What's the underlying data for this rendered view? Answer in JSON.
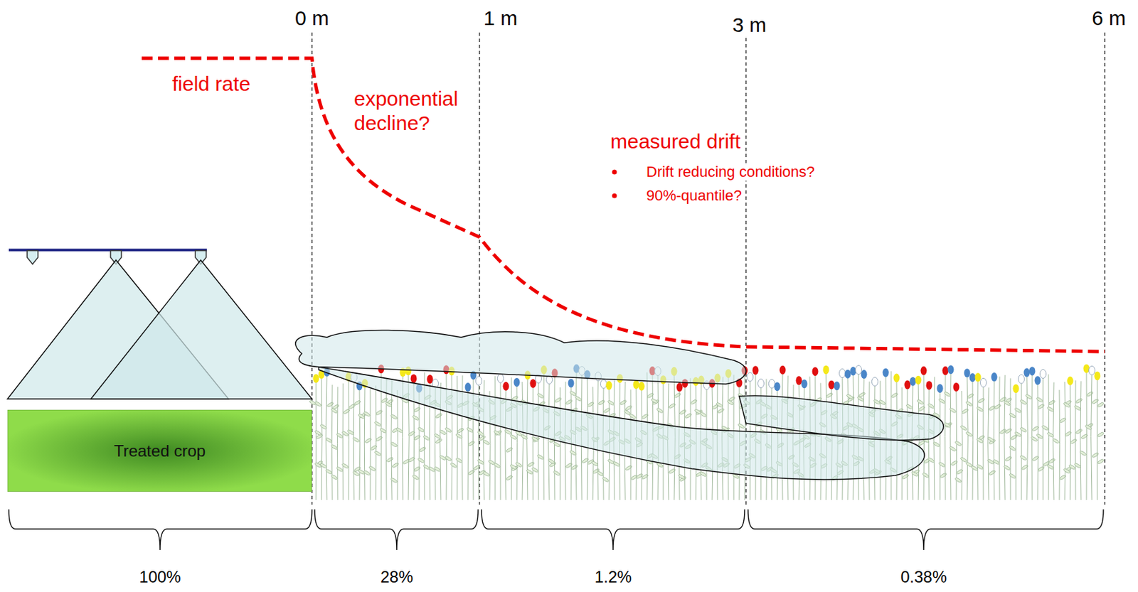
{
  "diagram": {
    "nodes": [
      {
        "text": [
          "Treated crop"
        ]
      }
    ],
    "labels": [
      "0 m",
      "1 m",
      "3 m",
      "6 m",
      "field rate",
      "exponential decline?",
      "measured drift",
      "Drift reducing conditions?",
      "90%-quantile?",
      "100%",
      "28%",
      "1.2%",
      "0.38%"
    ]
  }
}
